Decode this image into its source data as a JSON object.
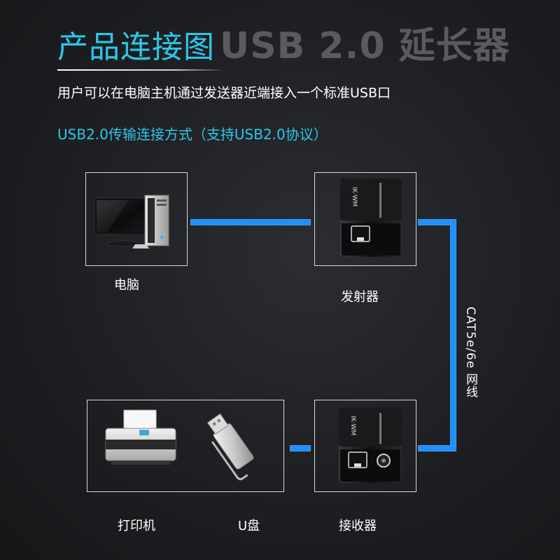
{
  "header": {
    "title_cn": "产品连接图",
    "title_en": "USB 2.0 延长器",
    "subtitle": "用户可以在电脑主机通过发送器近端接入一个标准USB口",
    "mode": "USB2.0传输连接方式（支持USB2.0协议）"
  },
  "devices": {
    "computer": "电脑",
    "transmitter": "发射器",
    "receiver": "接收器",
    "printer": "打印机",
    "usb_drive": "U盘"
  },
  "cable_label": "CAT5e/6e 网线",
  "colors": {
    "accent": "#2ec6e8",
    "cable": "#1e90ff",
    "background": "#1d1e21"
  }
}
